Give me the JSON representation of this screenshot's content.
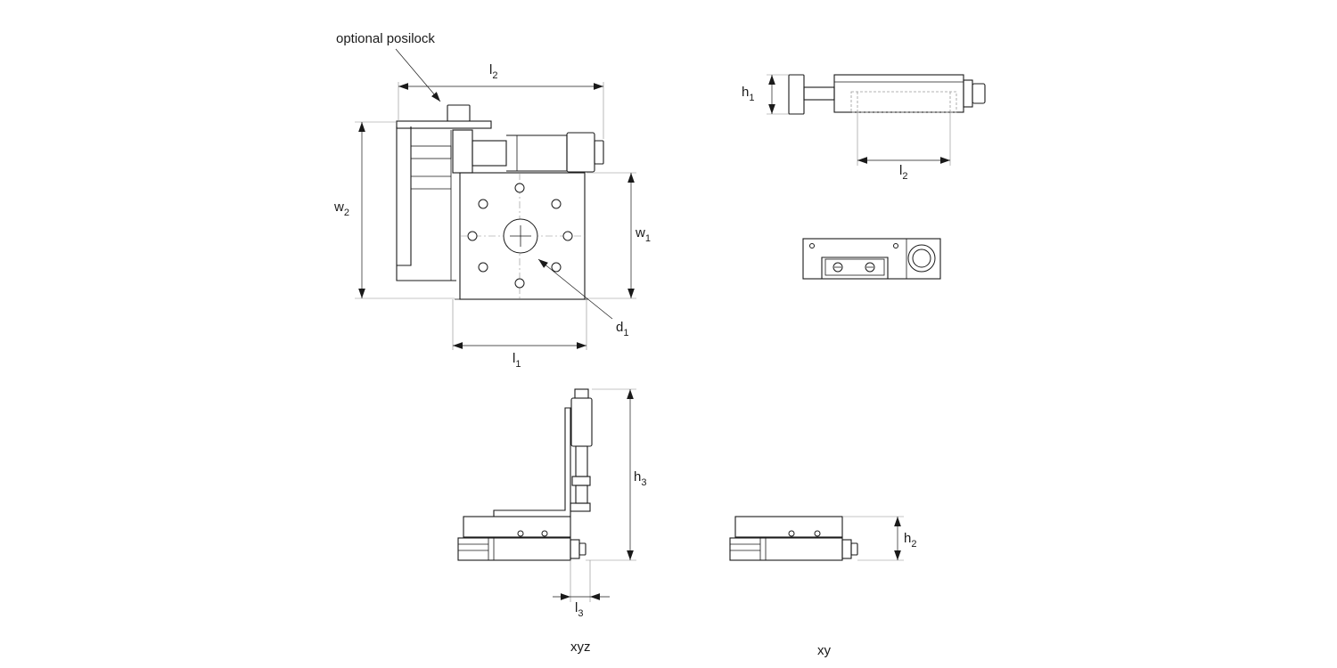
{
  "labels": {
    "optional_posilock": "optional posilock",
    "l": "l",
    "w": "w",
    "h": "h",
    "d": "d",
    "sub_1": "1",
    "sub_2": "2",
    "sub_3": "3"
  },
  "captions": {
    "xyz": "xyz",
    "xy": "xy"
  },
  "colors": {
    "line": "#1a1a1a",
    "extension": "#8a8a8a",
    "background": "#ffffff"
  }
}
